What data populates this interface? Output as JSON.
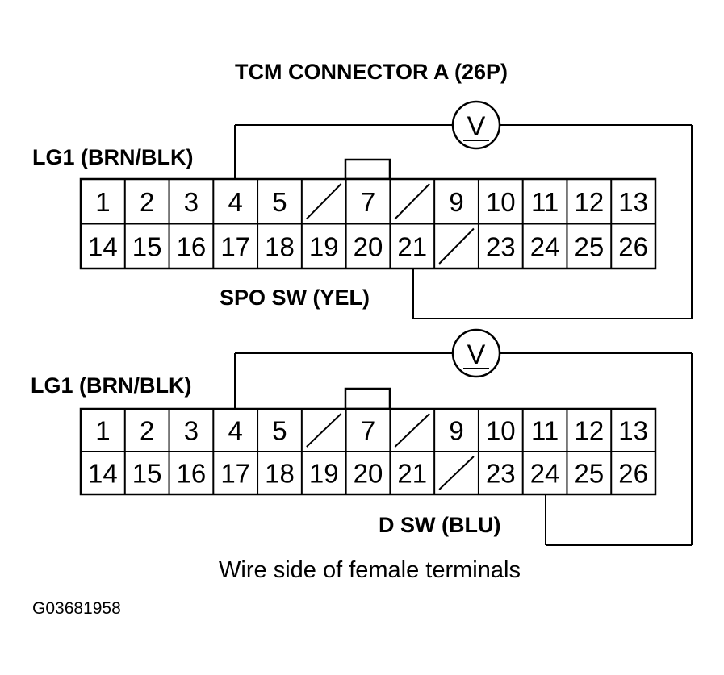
{
  "title": "TCM CONNECTOR A (26P)",
  "connectors": [
    {
      "pins_top": [
        "1",
        "2",
        "3",
        "4",
        "5",
        "",
        "7",
        "",
        "9",
        "10",
        "11",
        "12",
        "13"
      ],
      "pins_bottom": [
        "14",
        "15",
        "16",
        "17",
        "18",
        "19",
        "20",
        "21",
        "",
        "23",
        "24",
        "25",
        "26"
      ],
      "left_wire_label": "LG1 (BRN/BLK)",
      "left_wire_pin": "4",
      "right_wire_label": "SPO SW (YEL)",
      "right_wire_pin": "21",
      "meter_symbol": "V",
      "meter_icon": "voltmeter-icon"
    },
    {
      "pins_top": [
        "1",
        "2",
        "3",
        "4",
        "5",
        "",
        "7",
        "",
        "9",
        "10",
        "11",
        "12",
        "13"
      ],
      "pins_bottom": [
        "14",
        "15",
        "16",
        "17",
        "18",
        "19",
        "20",
        "21",
        "",
        "23",
        "24",
        "25",
        "26"
      ],
      "left_wire_label": "LG1 (BRN/BLK)",
      "left_wire_pin": "4",
      "right_wire_label": "D SW (BLU)",
      "right_wire_pin": "24",
      "meter_symbol": "V",
      "meter_icon": "voltmeter-icon"
    }
  ],
  "caption": "Wire side of female terminals",
  "figure_code": "G03681958"
}
